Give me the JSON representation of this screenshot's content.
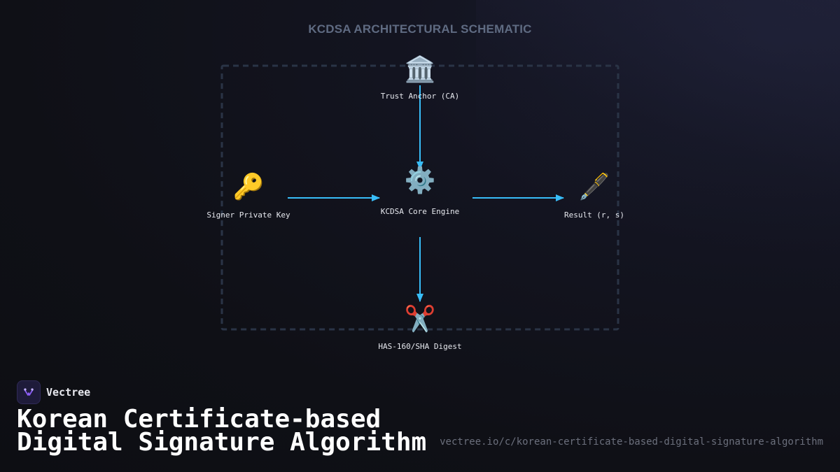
{
  "diagram": {
    "title": "KCDSA ARCHITECTURAL SCHEMATIC",
    "nodes": {
      "trust_anchor": {
        "label": "Trust Anchor (CA)",
        "icon": "classical-building-icon",
        "glyph": "🏛️"
      },
      "core_engine": {
        "label": "KCDSA Core Engine",
        "icon": "gear-icon",
        "glyph": "⚙️"
      },
      "private_key": {
        "label": "Signer Private Key",
        "icon": "key-icon",
        "glyph": "🔑"
      },
      "result": {
        "label": "Result (r, s)",
        "icon": "fountain-pen-icon",
        "glyph": "🖋️"
      },
      "digest": {
        "label": "HAS-160/SHA Digest",
        "icon": "scissors-icon",
        "glyph": "✂️"
      }
    },
    "edges": [
      {
        "from": "trust_anchor",
        "to": "core_engine"
      },
      {
        "from": "private_key",
        "to": "core_engine"
      },
      {
        "from": "core_engine",
        "to": "result"
      },
      {
        "from": "core_engine",
        "to": "digest"
      }
    ],
    "colors": {
      "edge": "#38bdf8",
      "boundary": "#2a3446"
    }
  },
  "brand": {
    "name": "Vectree",
    "logo_icon": "vectree-logo-icon",
    "logo_color": "#8b5cf6"
  },
  "page": {
    "title_line1": "Korean Certificate-based",
    "title_line2": "Digital Signature Algorithm",
    "url": "vectree.io/c/korean-certificate-based-digital-signature-algorithm"
  }
}
